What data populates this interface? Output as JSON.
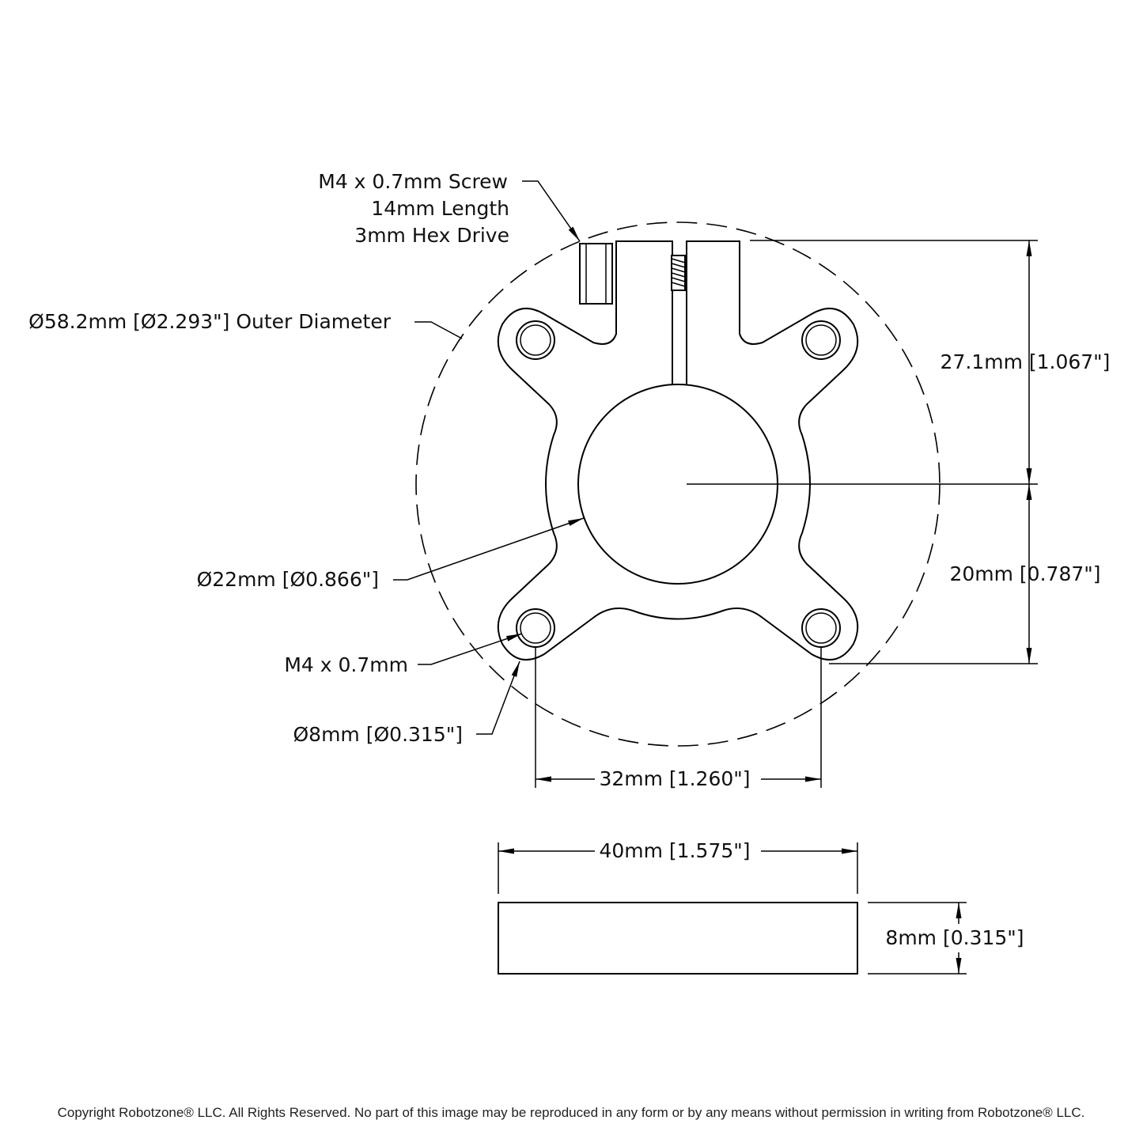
{
  "labels": {
    "screw_line1": "M4 x 0.7mm Screw",
    "screw_line2": "14mm Length",
    "screw_line3": "3mm Hex Drive",
    "outer_diameter": "Ø58.2mm [Ø2.293\"] Outer Diameter",
    "bore_diameter": "Ø22mm [Ø0.866\"]",
    "thread_size": "M4 x 0.7mm",
    "counterbore_diameter": "Ø8mm [Ø0.315\"]",
    "top_height": "27.1mm [1.067\"]",
    "bottom_height": "20mm [0.787\"]",
    "hole_spacing": "32mm [1.260\"]",
    "width": "40mm [1.575\"]",
    "thickness": "8mm [0.315\"]"
  },
  "copyright": "Copyright Robotzone® LLC.  All Rights Reserved. No part of this image may be reproduced in any form or by any means without permission in writing from Robotzone® LLC."
}
